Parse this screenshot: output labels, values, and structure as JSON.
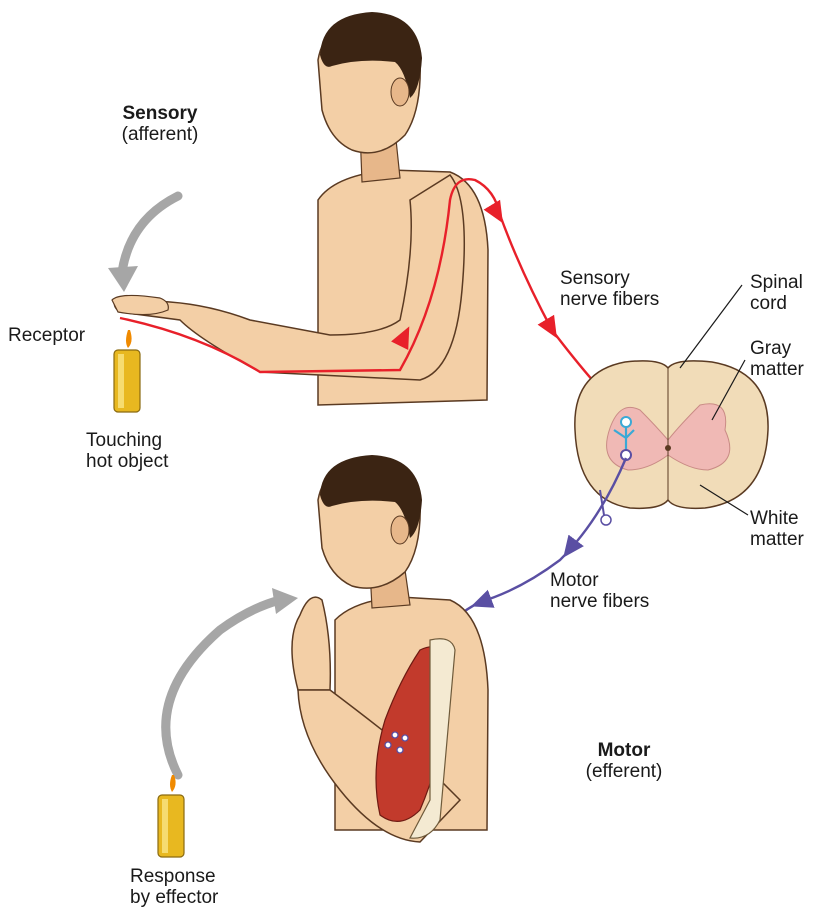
{
  "labels": {
    "sensory_title": "Sensory",
    "sensory_sub": "(afferent)",
    "receptor": "Receptor",
    "touching_1": "Touching",
    "touching_2": "hot object",
    "sensory_fibers_1": "Sensory",
    "sensory_fibers_2": "nerve fibers",
    "spinal_1": "Spinal",
    "spinal_2": "cord",
    "gray_1": "Gray",
    "gray_2": "matter",
    "white_1": "White",
    "white_2": "matter",
    "motor_fibers_1": "Motor",
    "motor_fibers_2": "nerve fibers",
    "motor_title": "Motor",
    "motor_sub": "(efferent)",
    "response_1": "Response",
    "response_2": "by effector"
  },
  "colors": {
    "skin": "#f3cfa6",
    "skin_shadow": "#d9a777",
    "hair": "#3b2413",
    "sensory_nerve": "#e8202a",
    "motor_nerve": "#5a4fa3",
    "spinal_white": "#f1dcb8",
    "spinal_gray": "#f0b9b5",
    "interneuron": "#3aa9d6",
    "muscle": "#c23a2c",
    "candle": "#e8b820",
    "arrow_gray": "#a6a6a6"
  }
}
